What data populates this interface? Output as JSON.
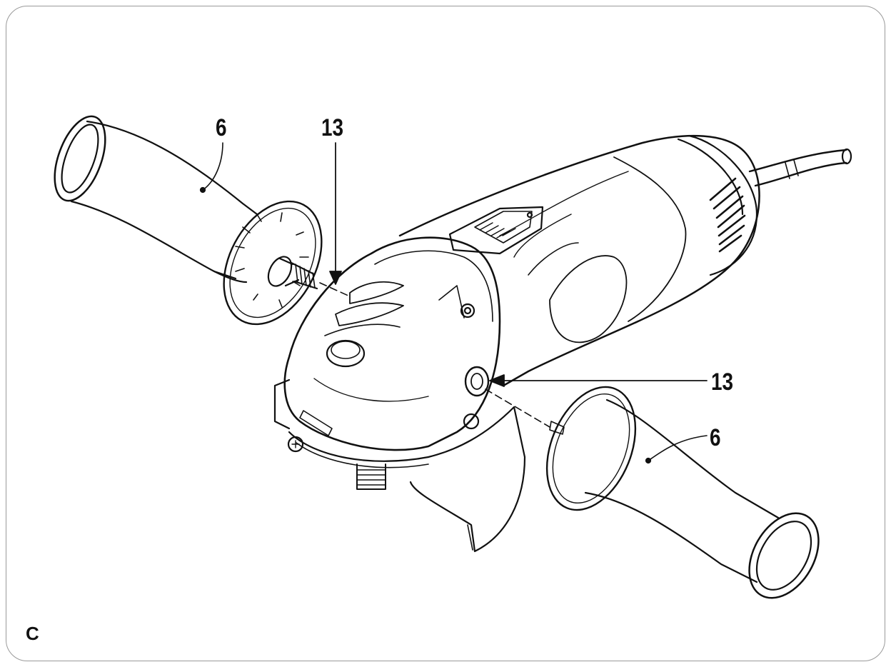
{
  "figure": {
    "letter": "C",
    "callouts": {
      "handle_left": "6",
      "hole_top": "13",
      "hole_right": "13",
      "handle_right": "6"
    }
  },
  "colors": {
    "line": "#111111",
    "frame": "#9a9a9a",
    "background": "#ffffff"
  }
}
